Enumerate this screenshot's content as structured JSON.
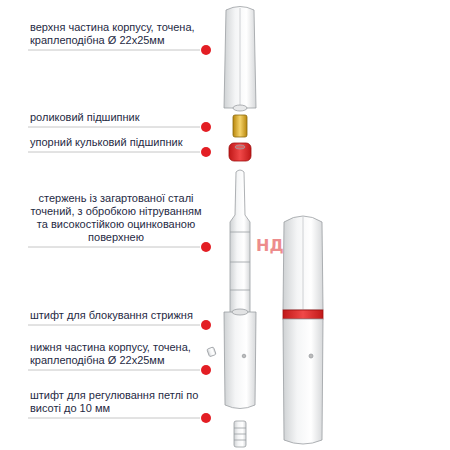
{
  "diagram": {
    "labels": [
      "верхня частина корпусу, точена, краплеподібна Ø 22x25мм",
      "роликовий підшипник",
      "упорний кульковий підшипник",
      "стержень із загартованої сталі точений, з обробкою нітруванням та високостійкою оцинкованою поверхнею",
      "штифт для блокування стрижня",
      "нижня частина корпусу, точена, краплеподібна Ø 22x25мм",
      "штифт для регулювання петлі по висоті до 10 мм",
      "НД"
    ]
  }
}
